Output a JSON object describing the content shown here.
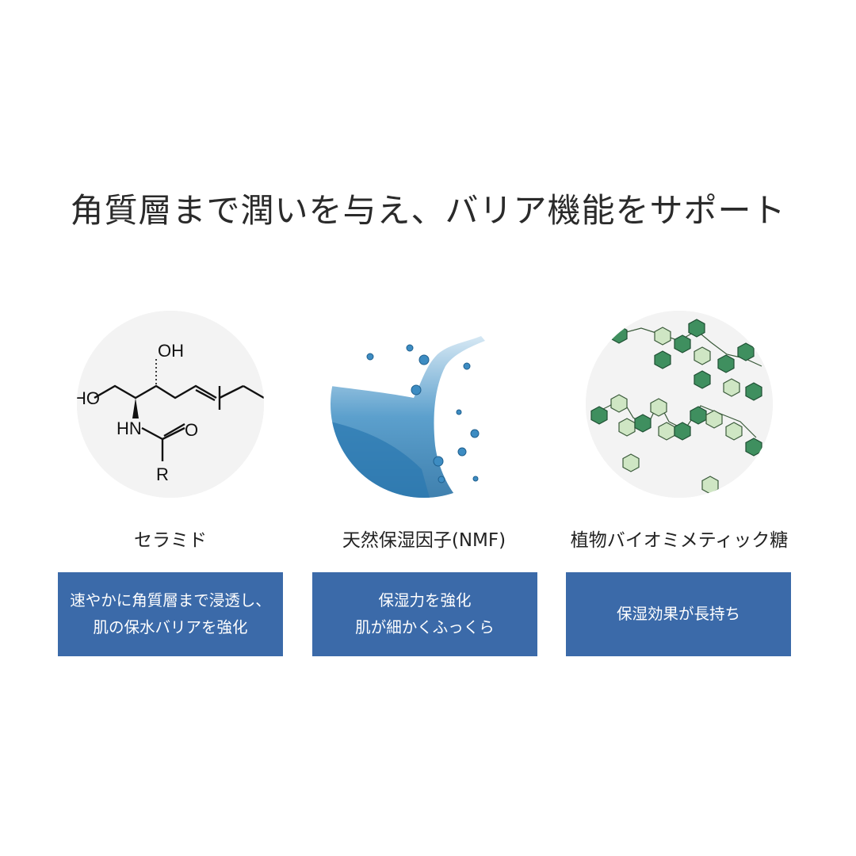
{
  "headline": "角質層まで潤いを与え、バリア機能をサポート",
  "accent_color": "#3b6aa9",
  "ingredients": [
    {
      "name": "セラミド",
      "image": "ceramide-structure-diagram",
      "image_labels": {
        "oh": "OH",
        "hn": "HN",
        "o": "O",
        "r": "R",
        "ho": "HO"
      },
      "benefit_lines": [
        "速やかに角質層まで浸透し、",
        "肌の保水バリアを強化"
      ]
    },
    {
      "name": "天然保湿因子(NMF)",
      "image": "water-splash",
      "benefit_lines": [
        "保湿力を強化",
        "肌が細かくふっくら"
      ]
    },
    {
      "name": "植物バイオミメティック糖",
      "image": "green-sugar-molecule-chains",
      "benefit_lines": [
        "保湿効果が長持ち"
      ]
    }
  ]
}
